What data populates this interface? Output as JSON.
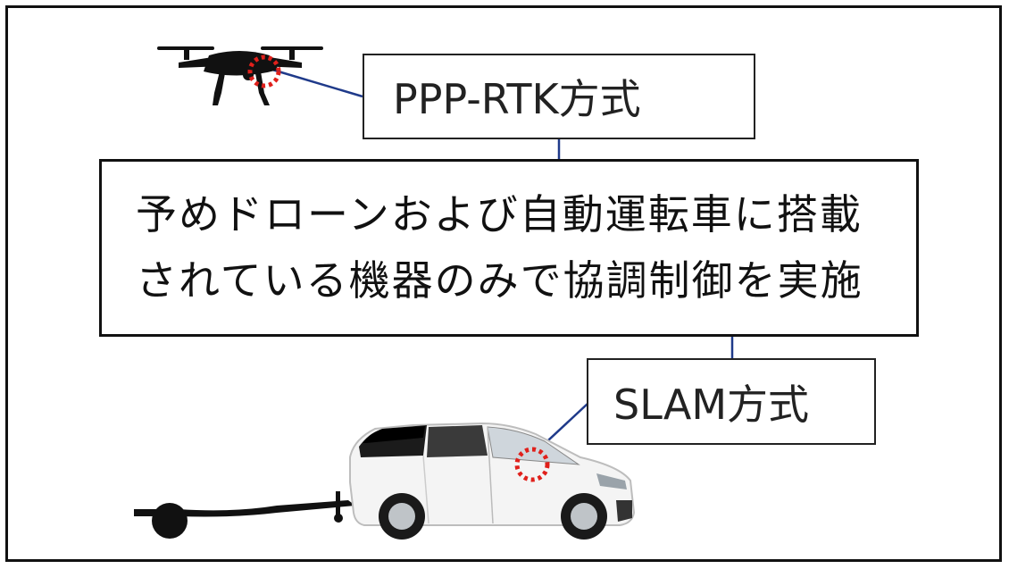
{
  "boxes": {
    "ppp_rtk": "PPP-RTK方式",
    "description_line1": "予めドローンおよび自動運転車に搭載",
    "description_line2": "されている機器のみで協調制御を実施",
    "slam": "SLAM方式"
  },
  "icons": {
    "drone": "drone-icon",
    "car": "car-icon",
    "trailer": "trailer-icon",
    "sensor_marker": "dotted-red-circle"
  },
  "colors": {
    "connector": "#1f3a8a",
    "marker": "#e0201b",
    "border": "#111111"
  }
}
